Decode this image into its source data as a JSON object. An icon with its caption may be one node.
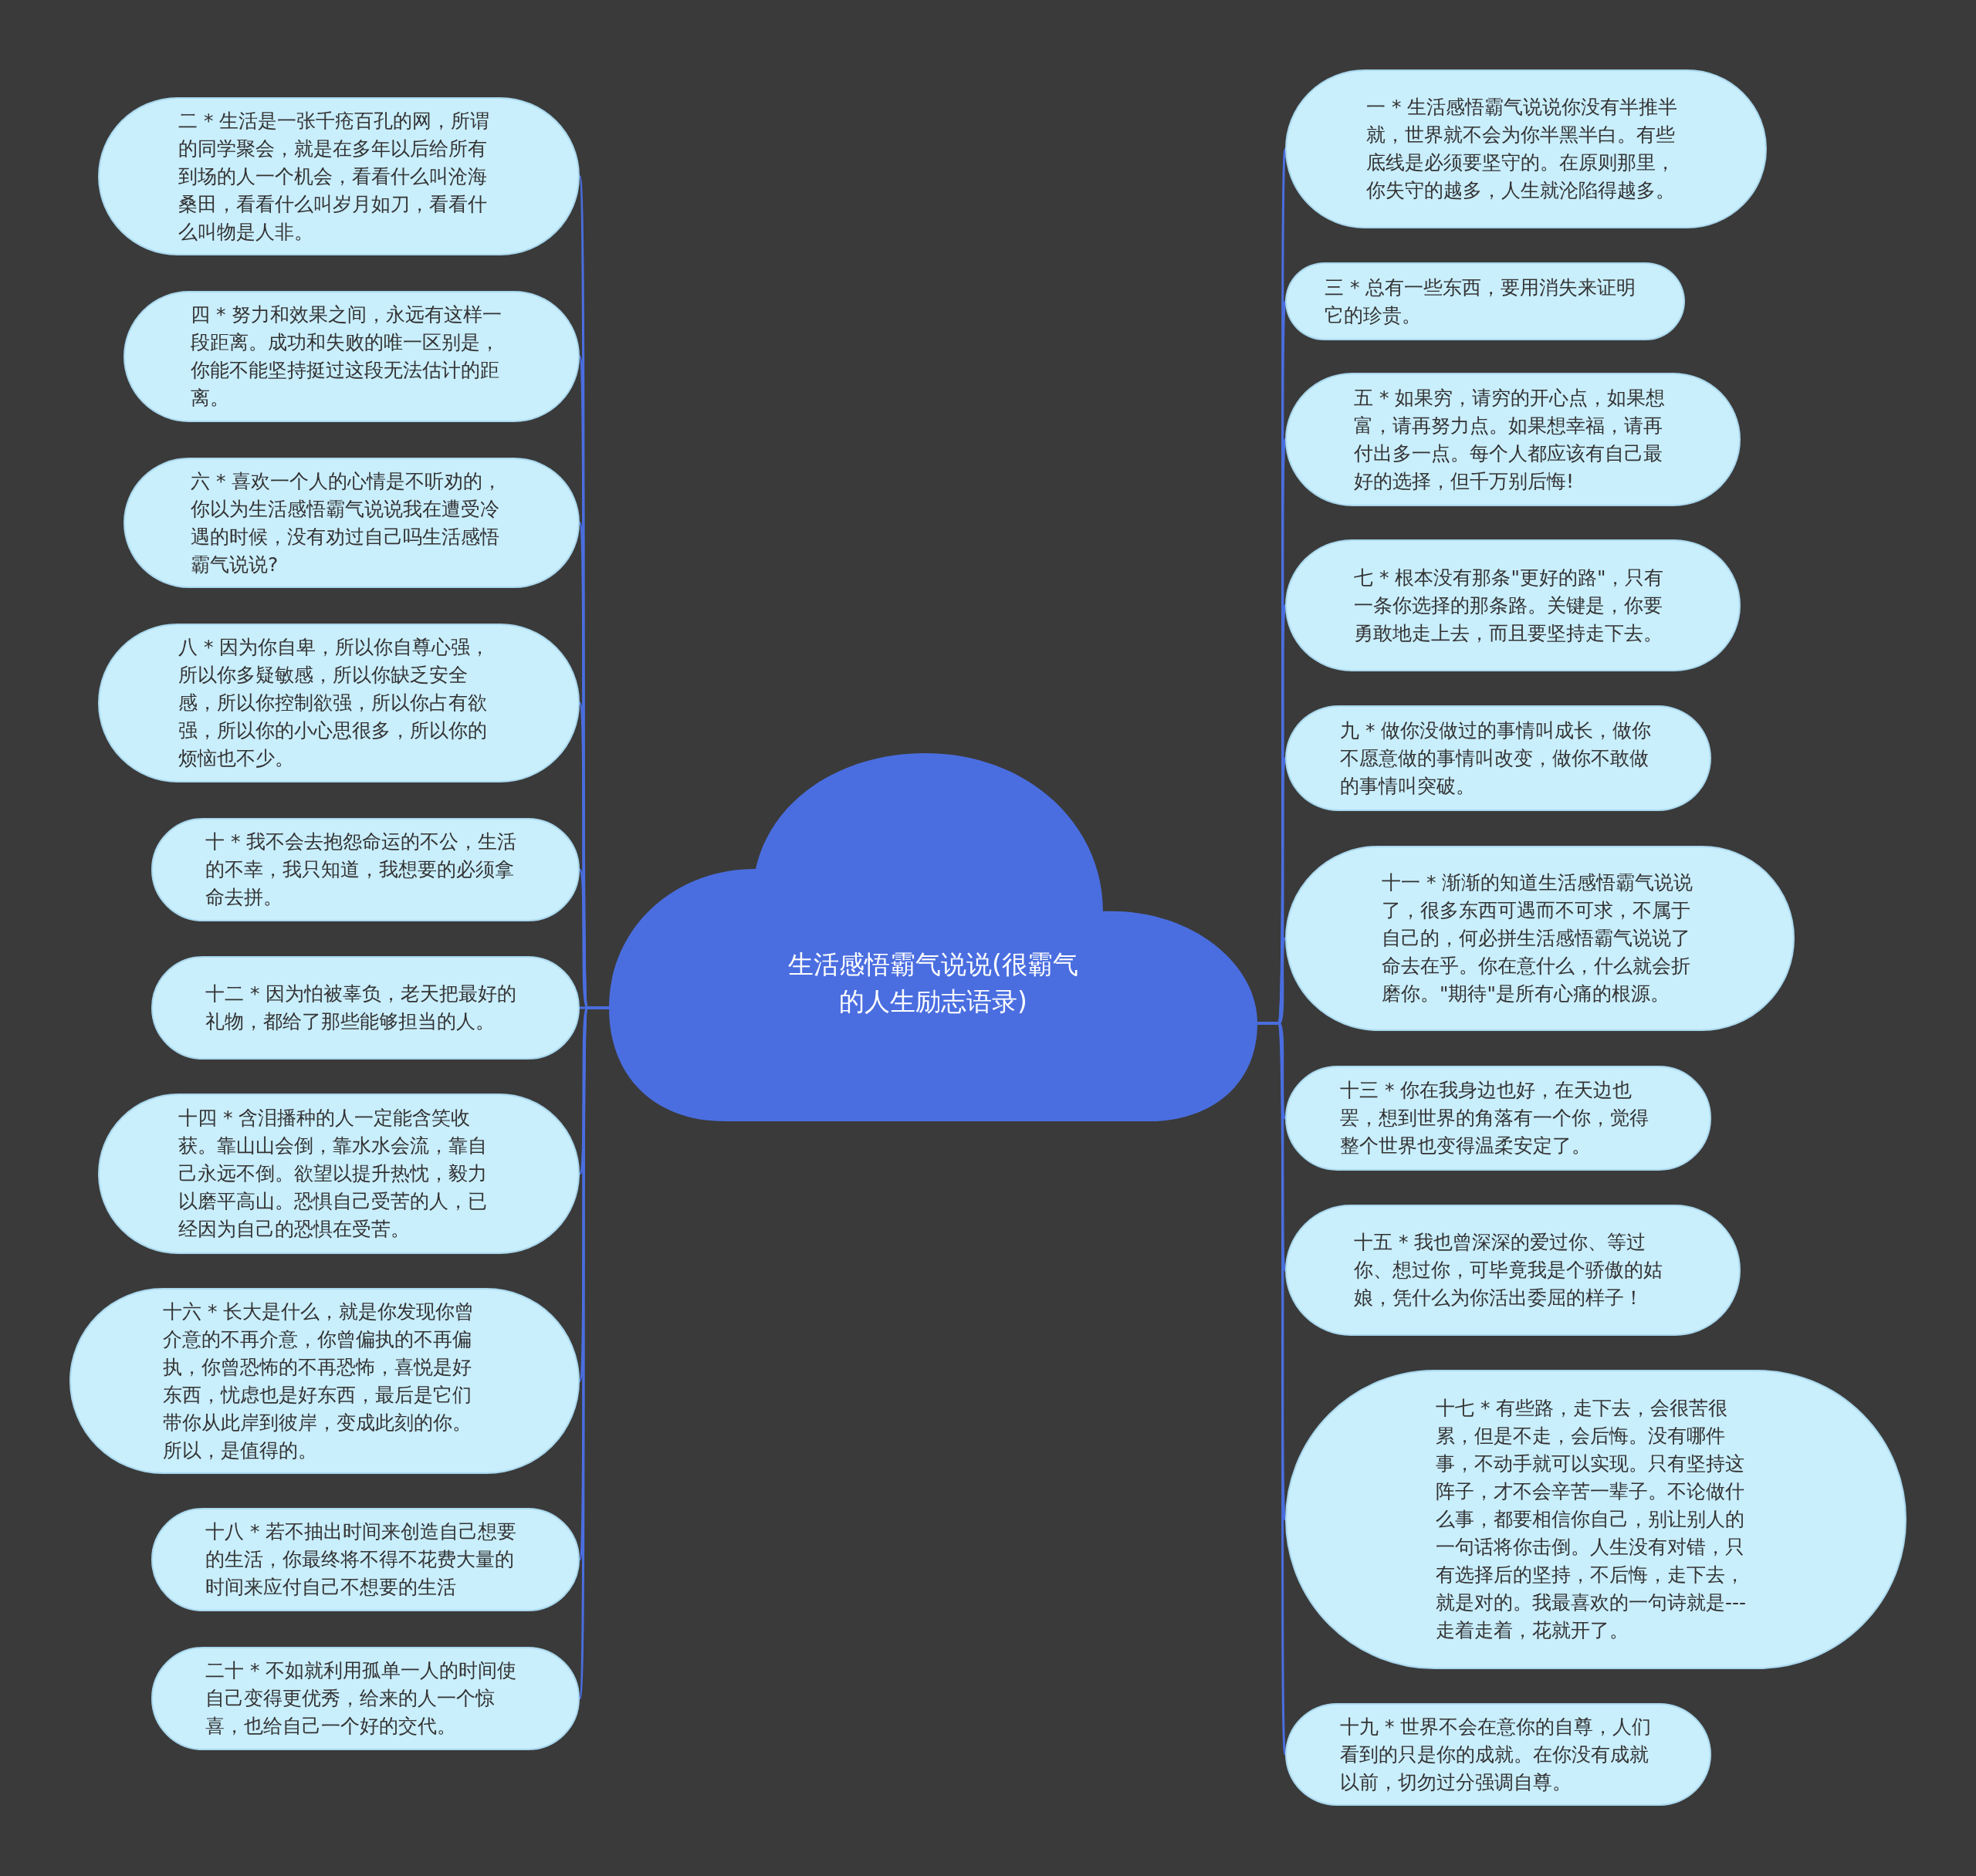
{
  "diagram": {
    "nodes": [
      {
        "text": [
          "生活感悟霸气说说(很霸气的人生励志语录)"
        ]
      },
      {
        "text": [
          "二 * 生活是一张千疮百孔的网，所谓的同学聚会，就是在多年以后给所有到场的人一个机会，看看什么叫沧海桑田，看看什么叫岁月如刀，看看什么叫物是人非。"
        ]
      },
      {
        "text": [
          "四 * 努力和效果之间，永远有这样一段距离。成功和失败的唯一区别是，你能不能坚持挺过这段无法估计的距离。"
        ]
      },
      {
        "text": [
          "六 * 喜欢一个人的心情是不听劝的，你以为生活感悟霸气说说我在遭受冷遇的时候，没有劝过自己吗生活感悟霸气说说?"
        ]
      },
      {
        "text": [
          "八 * 因为你自卑，所以你自尊心强，所以你多疑敏感，所以你缺乏安全感，所以你控制欲强，所以你占有欲强，所以你的小心思很多，所以你的烦恼也不少。"
        ]
      },
      {
        "text": [
          "十 * 我不会去抱怨命运的不公，生活的不幸，我只知道，我想要的必须拿命去拼。"
        ]
      },
      {
        "text": [
          "十二 * 因为怕被辜负，老天把最好的礼物，都给了那些能够担当的人。"
        ]
      },
      {
        "text": [
          "十四 * 含泪播种的人一定能含笑收获。靠山山会倒，靠水水会流，靠自己永远不倒。欲望以提升热忱，毅力以磨平高山。恐惧自己受苦的人，已经因为自己的恐惧在受苦。"
        ]
      },
      {
        "text": [
          "十六 * 长大是什么，就是你发现你曾介意的不再介意，你曾偏执的不再偏执，你曾恐怖的不再恐怖，喜悦是好东西，忧虑也是好东西，最后是它们带你从此岸到彼岸，变成此刻的你。所以，是值得的。"
        ]
      },
      {
        "text": [
          "十八 * 若不抽出时间来创造自己想要的生活，你最终将不得不花费大量的时间来应付自己不想要的生活"
        ]
      },
      {
        "text": [
          "二十 * 不如就利用孤单一人的时间使自己变得更优秀，给来的人一个惊喜，也给自己一个好的交代。"
        ]
      },
      {
        "text": [
          "一 * 生活感悟霸气说说你没有半推半就，世界就不会为你半黑半白。有些底线是必须要坚守的。在原则那里，你失守的越多，人生就沦陷得越多。"
        ]
      },
      {
        "text": [
          "三 * 总有一些东西，要用消失来证明它的珍贵。"
        ]
      },
      {
        "text": [
          "五 * 如果穷，请穷的开心点，如果想富，请再努力点。如果想幸福，请再付出多一点。每个人都应该有自己最好的选择，但千万别后悔!"
        ]
      },
      {
        "text": [
          "七 * 根本没有那条\"更好的路\"，只有一条你选择的那条路。关键是，你要勇敢地走上去，而且要坚持走下去。"
        ]
      },
      {
        "text": [
          "九 * 做你没做过的事情叫成长，做你不愿意做的事情叫改变，做你不敢做的事情叫突破。"
        ]
      },
      {
        "text": [
          "十一 * 渐渐的知道生活感悟霸气说说了，很多东西可遇而不可求，不属于自己的，何必拼生活感悟霸气说说了命去在乎。你在意什么，什么就会折磨你。\"期待\"是所有心痛的根源。"
        ]
      },
      {
        "text": [
          "十三 * 你在我身边也好，在天边也罢，想到世界的角落有一个你，觉得整个世界也变得温柔安定了。"
        ]
      },
      {
        "text": [
          "十五 * 我也曾深深的爱过你、等过你、想过你，可毕竟我是个骄傲的姑娘，凭什么为你活出委屈的样子！"
        ]
      },
      {
        "text": [
          "十七 * 有些路，走下去，会很苦很累，但是不走，会后悔。没有哪件事，不动手就可以实现。只有坚持这阵子，才不会辛苦一辈子。不论做什么事，都要相信你自己，别让别人的一句话将你击倒。人生没有对错，只有选择后的坚持，不后悔，走下去，就是对的。我最喜欢的一句诗就是---走着走着，花就开了。"
        ]
      },
      {
        "text": [
          "十九 * 世界不会在意你的自尊，人们看到的只是你的成就。在你没有成就以前，切勿过分强调自尊。"
        ]
      }
    ],
    "edges": [
      {
        "from": 0,
        "to": 1,
        "arrow": "none"
      },
      {
        "from": 0,
        "to": 2,
        "arrow": "none"
      },
      {
        "from": 0,
        "to": 3,
        "arrow": "none"
      },
      {
        "from": 0,
        "to": 4,
        "arrow": "none"
      },
      {
        "from": 0,
        "to": 5,
        "arrow": "none"
      },
      {
        "from": 0,
        "to": 6,
        "arrow": "none"
      },
      {
        "from": 0,
        "to": 7,
        "arrow": "none"
      },
      {
        "from": 0,
        "to": 8,
        "arrow": "none"
      },
      {
        "from": 0,
        "to": 9,
        "arrow": "none"
      },
      {
        "from": 0,
        "to": 10,
        "arrow": "none"
      },
      {
        "from": 0,
        "to": 11,
        "arrow": "none"
      },
      {
        "from": 0,
        "to": 12,
        "arrow": "none"
      },
      {
        "from": 0,
        "to": 13,
        "arrow": "none"
      },
      {
        "from": 0,
        "to": 14,
        "arrow": "none"
      },
      {
        "from": 0,
        "to": 15,
        "arrow": "none"
      },
      {
        "from": 0,
        "to": 16,
        "arrow": "none"
      },
      {
        "from": 0,
        "to": 17,
        "arrow": "none"
      },
      {
        "from": 0,
        "to": 18,
        "arrow": "none"
      },
      {
        "from": 0,
        "to": 19,
        "arrow": "none"
      },
      {
        "from": 0,
        "to": 20,
        "arrow": "none"
      }
    ]
  }
}
